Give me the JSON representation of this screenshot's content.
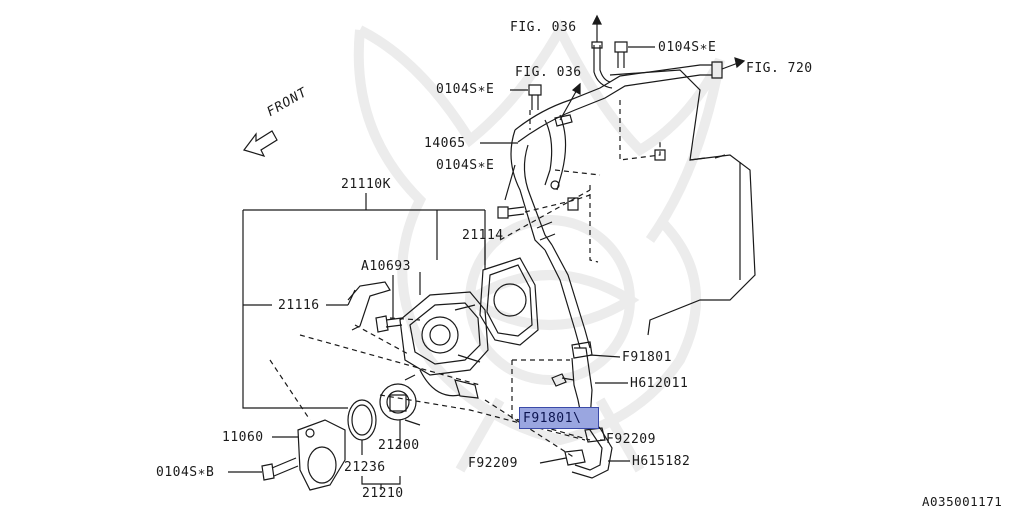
{
  "labels": {
    "fig036_top": "FIG. 036",
    "fig036_mid": "FIG. 036",
    "fig720": "FIG. 720",
    "bolt_e_top": "0104S∗E",
    "bolt_e_mid": "0104S∗E",
    "bolt_e_low": "0104S∗E",
    "bolt_b": "0104S∗B",
    "pipe_14065": "14065",
    "kit_21110k": "21110K",
    "gasket_21114": "21114",
    "bolt_a10693": "A10693",
    "bracket_21116": "21116",
    "cover_11060": "11060",
    "thermo_21200": "21200",
    "gasket_21236": "21236",
    "assy_21210": "21210",
    "clamp_f91801": "F91801",
    "hose_h612011": "H612011",
    "clamp_f92209_right": "F92209",
    "clamp_f92209_left": "F92209",
    "hose_h615182": "H615182",
    "front": "FRONT",
    "highlight": "F91801\\",
    "diagram_id": "A035001171"
  },
  "colors": {
    "line": "#1a1a1a",
    "highlight_fill": "#9aa6e0",
    "highlight_border": "#3b4aa8",
    "watermark": "#ececec"
  }
}
